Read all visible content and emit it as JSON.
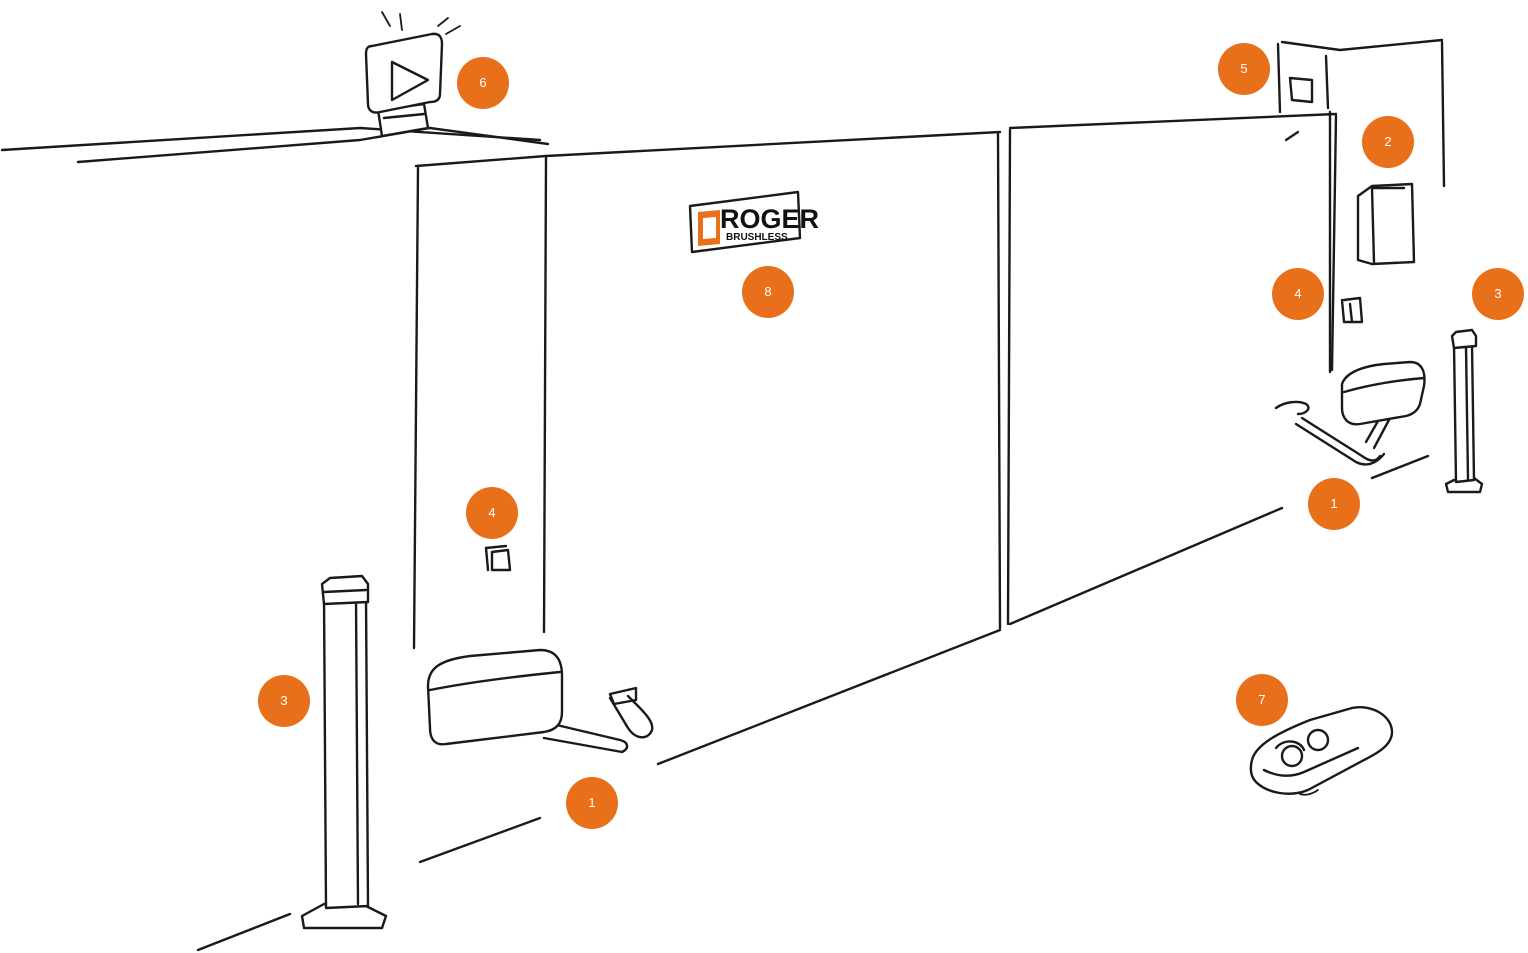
{
  "colors": {
    "marker": "#e8701a",
    "stroke": "#1a1a1a",
    "background": "#ffffff"
  },
  "logo": {
    "line1": "ROGER",
    "line2": "BRUSHLESS"
  },
  "markers": [
    {
      "id": "marker-1-left",
      "label": "1"
    },
    {
      "id": "marker-1-right",
      "label": "1"
    },
    {
      "id": "marker-2",
      "label": "2"
    },
    {
      "id": "marker-3-left",
      "label": "3"
    },
    {
      "id": "marker-3-right",
      "label": "3"
    },
    {
      "id": "marker-4-left",
      "label": "4"
    },
    {
      "id": "marker-4-right",
      "label": "4"
    },
    {
      "id": "marker-5",
      "label": "5"
    },
    {
      "id": "marker-6",
      "label": "6"
    },
    {
      "id": "marker-7",
      "label": "7"
    },
    {
      "id": "marker-8",
      "label": "8"
    }
  ]
}
